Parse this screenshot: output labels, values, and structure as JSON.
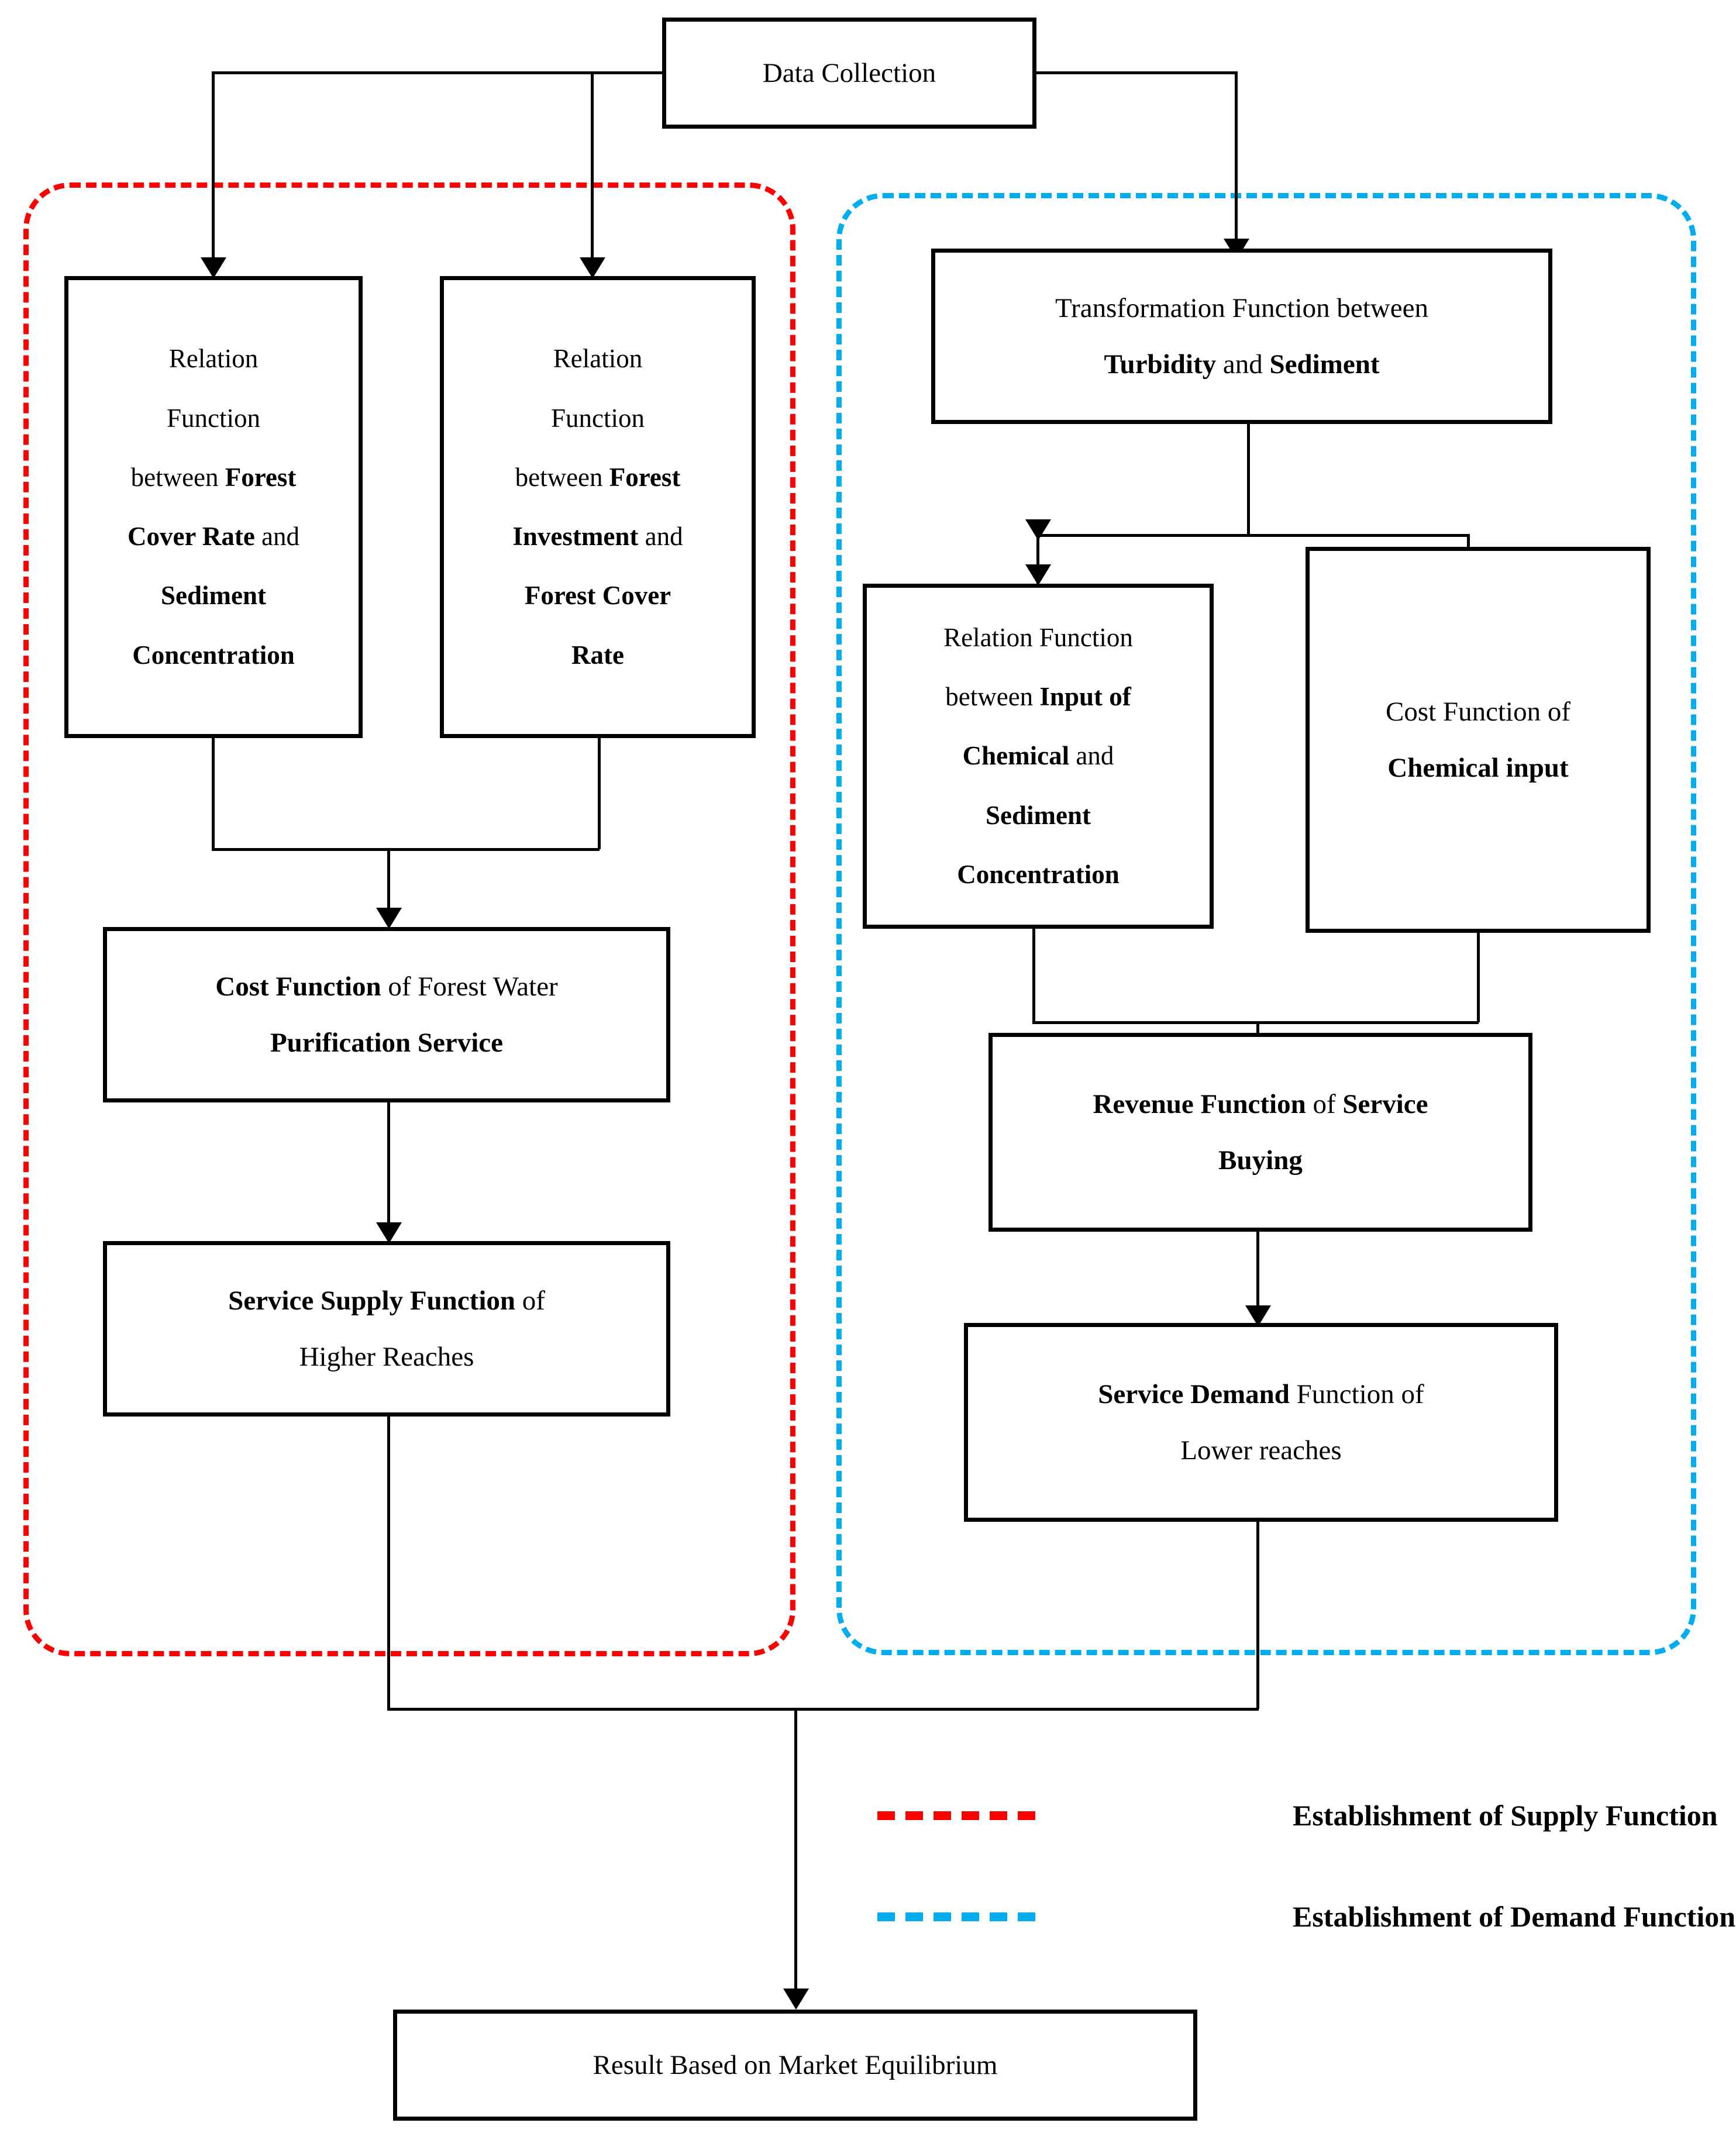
{
  "diagram": {
    "title_node": {
      "label": "Data Collection"
    },
    "supply_branch": {
      "region_label": "Establishment of Supply Function",
      "nodes": [
        {
          "id": "relation-forest-cover-sediment",
          "lines": [
            {
              "text": "Relation",
              "bold": false
            },
            {
              "text": "Function",
              "bold": false
            },
            {
              "text": "between ",
              "bold": false,
              "tail": "Forest",
              "tail_bold": true
            },
            {
              "text": "Cover Rate",
              "bold": true,
              "tail": " and",
              "tail_bold": false
            },
            {
              "text": "Sediment",
              "bold": true
            },
            {
              "text": "Concentration",
              "bold": true
            }
          ],
          "plain": "Relation Function between Forest Cover Rate and Sediment Concentration"
        },
        {
          "id": "relation-forest-investment-cover",
          "lines": [
            {
              "text": "Relation",
              "bold": false
            },
            {
              "text": "Function",
              "bold": false
            },
            {
              "text": "between ",
              "bold": false,
              "tail": "Forest",
              "tail_bold": true
            },
            {
              "text": "Investment",
              "bold": true,
              "tail": " and",
              "tail_bold": false
            },
            {
              "text": "Forest Cover",
              "bold": true
            },
            {
              "text": "Rate",
              "bold": true
            }
          ],
          "plain": "Relation Function between Forest Investment and Forest Cover Rate"
        },
        {
          "id": "cost-function-forest-water-purification",
          "plain": "Cost Function of Forest Water Purification Service"
        },
        {
          "id": "service-supply-function-higher-reaches",
          "plain": "Service Supply Function of Higher Reaches"
        }
      ]
    },
    "demand_branch": {
      "region_label": "Establishment of Demand Function",
      "nodes": [
        {
          "id": "transformation-turbidity-sediment",
          "plain": "Transformation Function between Turbidity and Sediment"
        },
        {
          "id": "relation-chemical-sediment",
          "plain": "Relation Function between Input of Chemical and Sediment Concentration"
        },
        {
          "id": "cost-function-chemical-input",
          "plain": "Cost Function of Chemical input"
        },
        {
          "id": "revenue-function-service-buying",
          "plain": "Revenue Function of Service Buying"
        },
        {
          "id": "service-demand-function-lower-reaches",
          "plain": "Service Demand Function of Lower reaches"
        }
      ]
    },
    "result_node": {
      "label": "Result Based on Market Equilibrium"
    },
    "legend": {
      "items": [
        {
          "color": "#FF0000",
          "label": "Establishment of Supply Function"
        },
        {
          "color": "#00AEEF",
          "label": "Establishment of Demand Function"
        }
      ]
    },
    "node_text": {
      "data_collection": "Data Collection",
      "relation_cover_l1": "Relation",
      "relation_cover_l2": "Function",
      "relation_cover_l3a": "between ",
      "relation_cover_l3b": "Forest",
      "relation_cover_l4a": "Cover Rate",
      "relation_cover_l4b": " and",
      "relation_cover_l5": "Sediment",
      "relation_cover_l6": "Concentration",
      "relation_invest_l1": "Relation",
      "relation_invest_l2": "Function",
      "relation_invest_l3a": "between ",
      "relation_invest_l3b": "Forest",
      "relation_invest_l4a": "Investment",
      "relation_invest_l4b": " and",
      "relation_invest_l5": "Forest Cover",
      "relation_invest_l6": "Rate",
      "cost_forest_l1a": "Cost Function",
      "cost_forest_l1b": " of Forest Water",
      "cost_forest_l2": "Purification Service",
      "supply_fn_l1a": "Service Supply Function",
      "supply_fn_l1b": " of",
      "supply_fn_l2": "Higher Reaches",
      "transformation_l1": "Transformation Function between",
      "transformation_l2a": "Turbidity",
      "transformation_l2b": " and ",
      "transformation_l2c": "Sediment",
      "relation_chem_l1": "Relation Function",
      "relation_chem_l2a": "between ",
      "relation_chem_l2b": "Input of",
      "relation_chem_l3a": "Chemical",
      "relation_chem_l3b": " and",
      "relation_chem_l4": "Sediment",
      "relation_chem_l5": "Concentration",
      "cost_chem_l1": "Cost Function of",
      "cost_chem_l2": "Chemical input",
      "revenue_l1a": "Revenue Function",
      "revenue_l1b": " of ",
      "revenue_l1c": "Service",
      "revenue_l2": "Buying",
      "demand_fn_l1a": "Service Demand",
      "demand_fn_l1b": " Function of",
      "demand_fn_l2": "Lower reaches",
      "result": "Result Based on Market Equilibrium",
      "legend_supply": "Establishment of Supply Function",
      "legend_demand": "Establishment of Demand Function"
    }
  }
}
